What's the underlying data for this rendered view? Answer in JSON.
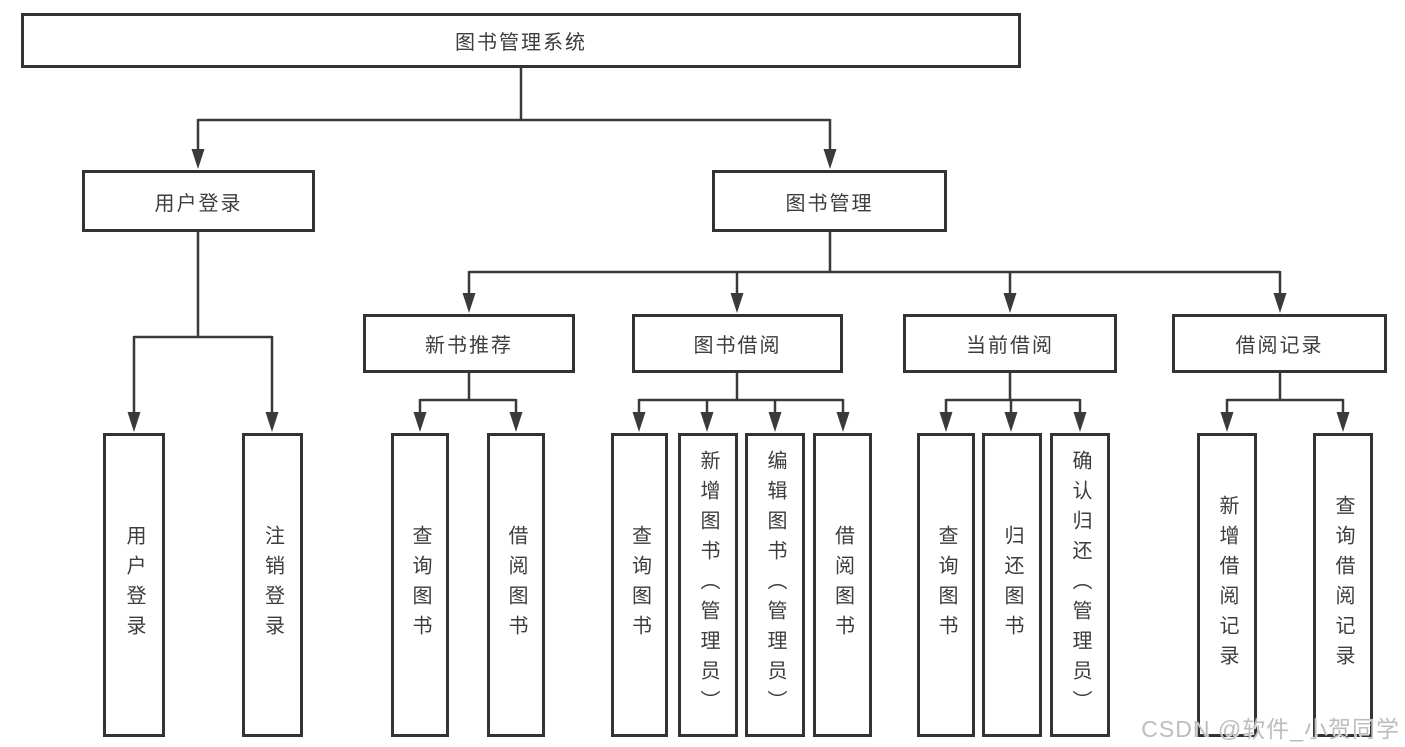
{
  "diagram": {
    "root": {
      "label": "图书管理系统"
    },
    "branches": [
      {
        "label": "用户登录",
        "children": [
          {
            "label": "用户登录"
          },
          {
            "label": "注销登录"
          }
        ]
      },
      {
        "label": "图书管理",
        "children": [
          {
            "label": "新书推荐",
            "children": [
              {
                "label": "查询图书"
              },
              {
                "label": "借阅图书"
              }
            ]
          },
          {
            "label": "图书借阅",
            "children": [
              {
                "label": "查询图书"
              },
              {
                "label": "新增图书（管理员）"
              },
              {
                "label": "编辑图书（管理员）"
              },
              {
                "label": "借阅图书"
              }
            ]
          },
          {
            "label": "当前借阅",
            "children": [
              {
                "label": "查询图书"
              },
              {
                "label": "归还图书"
              },
              {
                "label": "确认归还（管理员）"
              }
            ]
          },
          {
            "label": "借阅记录",
            "children": [
              {
                "label": "新增借阅记录"
              },
              {
                "label": "查询借阅记录"
              }
            ]
          }
        ]
      }
    ]
  },
  "watermark": {
    "text": "CSDN @软件_小贺同学"
  },
  "colors": {
    "line": "#3a3a3a",
    "box_border": "#333333",
    "text": "#3d3d3d",
    "watermark": "#bdbdbd",
    "background": "#ffffff"
  }
}
